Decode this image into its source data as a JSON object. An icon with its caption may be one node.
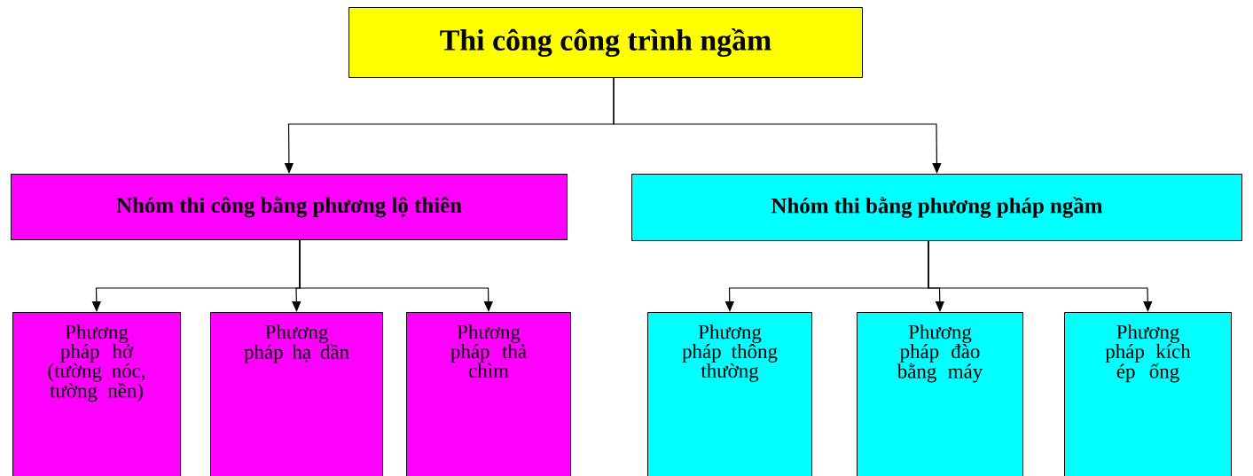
{
  "diagram": {
    "nodes": [
      {
        "text": [
          "Thi công công trình ngầm"
        ]
      },
      {
        "text": [
          "Nhóm thi công bằng phương lộ thiên"
        ]
      },
      {
        "text": [
          "Nhóm thi bằng phương pháp ngầm"
        ]
      },
      {
        "text": [
          "Phương pháp hở (tường nóc, tường nền)"
        ]
      },
      {
        "text": [
          "Phương pháp hạ dần"
        ]
      },
      {
        "text": [
          "Phương pháp thả chìm"
        ]
      },
      {
        "text": [
          "Phương pháp thông thường"
        ]
      },
      {
        "text": [
          "Phương pháp đào bằng máy"
        ]
      },
      {
        "text": [
          "Phương pháp kích ép ống"
        ]
      }
    ],
    "edges": [
      {
        "from": 0,
        "to": 1,
        "arrow": "to"
      },
      {
        "from": 0,
        "to": 2,
        "arrow": "to"
      },
      {
        "from": 1,
        "to": 3,
        "arrow": "to"
      },
      {
        "from": 1,
        "to": 4,
        "arrow": "to"
      },
      {
        "from": 1,
        "to": 5,
        "arrow": "to"
      },
      {
        "from": 2,
        "to": 6,
        "arrow": "to"
      },
      {
        "from": 2,
        "to": 7,
        "arrow": "to"
      },
      {
        "from": 2,
        "to": 8,
        "arrow": "to"
      }
    ]
  }
}
